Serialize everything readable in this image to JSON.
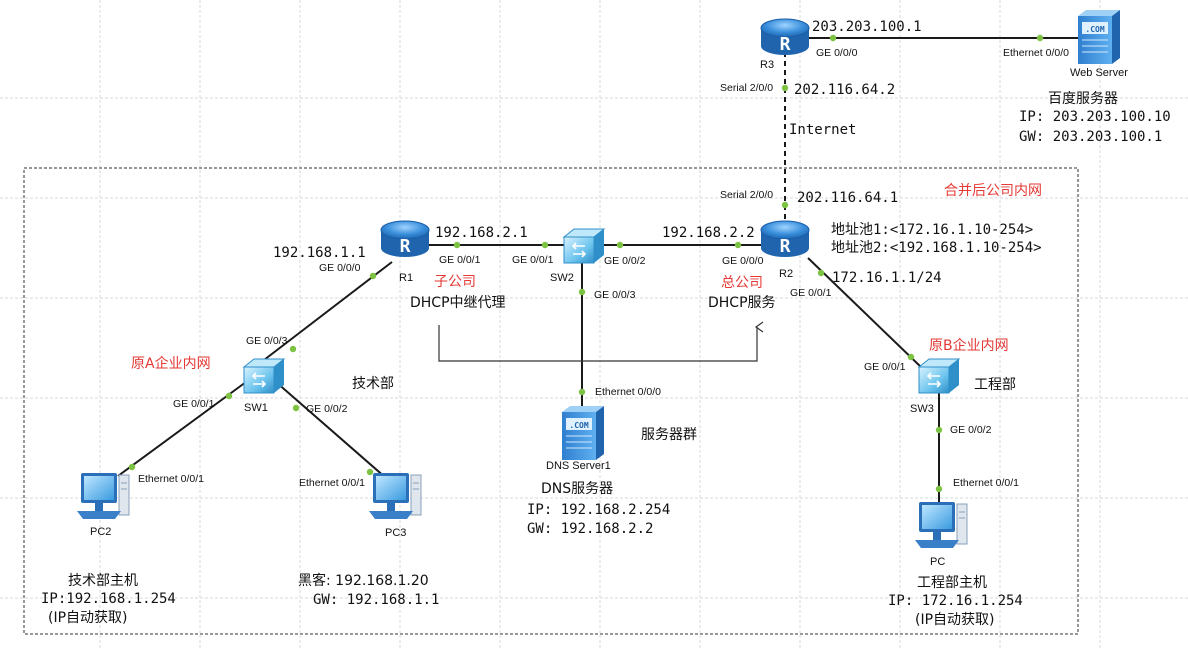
{
  "devices": {
    "r1": "R1",
    "r2": "R2",
    "r3": "R3",
    "sw1": "SW1",
    "sw2": "SW2",
    "sw3": "SW3",
    "pc2": "PC2",
    "pc3": "PC3",
    "pc": "PC",
    "dns": "DNS Server1",
    "web": "Web Server"
  },
  "ports": {
    "r3_ge000": "GE 0/0/0",
    "r3_serial": "Serial 2/0/0",
    "web_eth": "Ethernet 0/0/0",
    "r2_serial": "Serial 2/0/0",
    "r1_ge000": "GE 0/0/0",
    "r1_ge001": "GE 0/0/1",
    "sw2_ge001": "GE 0/0/1",
    "sw2_ge002": "GE 0/0/2",
    "sw2_ge003": "GE 0/0/3",
    "r2_ge000": "GE 0/0/0",
    "r2_ge001": "GE 0/0/1",
    "sw1_ge003": "GE 0/0/3",
    "sw1_ge001": "GE 0/0/1",
    "sw1_ge002": "GE 0/0/2",
    "pc2_eth": "Ethernet 0/0/1",
    "pc3_eth": "Ethernet 0/0/1",
    "dns_eth": "Ethernet 0/0/0",
    "sw3_ge001": "GE 0/0/1",
    "sw3_ge002": "GE 0/0/2",
    "pc_eth": "Ethernet 0/0/1"
  },
  "ips": {
    "r3_ge": "203.203.100.1",
    "r3_serial": "202.116.64.2",
    "r2_serial": "202.116.64.1",
    "r1_ge000": "192.168.1.1",
    "r1_ge001": "192.168.2.1",
    "r2_ge000": "192.168.2.2",
    "r2_ge001": "172.16.1.1/24"
  },
  "labels": {
    "internet": "Internet",
    "merged_intranet": "合并后公司内网",
    "pool1": "地址池1:<172.16.1.10-254>",
    "pool2": "地址池2:<192.168.1.10-254>",
    "subsidiary": "子公司",
    "dhcp_relay": "DHCP中继代理",
    "hq": "总公司",
    "dhcp_service": "DHCP服务",
    "orig_a": "原A企业内网",
    "tech_dept": "技术部",
    "server_group": "服务器群",
    "orig_b": "原B企业内网",
    "eng_dept": "工程部"
  },
  "info": {
    "baidu_title": "百度服务器",
    "baidu_ip": "IP: 203.203.100.10",
    "baidu_gw": "GW: 203.203.100.1",
    "dns_title": "DNS服务器",
    "dns_ip": "IP: 192.168.2.254",
    "dns_gw": "GW: 192.168.2.2",
    "tech_host_title": "技术部主机",
    "tech_host_ip": "IP:192.168.1.254",
    "tech_host_mode": "(IP自动获取)",
    "hacker_ip": "黑客: 192.168.1.20",
    "hacker_gw": "GW: 192.168.1.1",
    "eng_host_title": "工程部主机",
    "eng_host_ip": "IP: 172.16.1.254",
    "eng_host_mode": "(IP自动获取)"
  },
  "colors": {
    "link": "#1a1a1a",
    "port_dot": "#7cc243",
    "label_red": "#e53935",
    "router_blue": "#2f86d6",
    "switch_cyan": "#4ab4e6",
    "grid": "#d9d9d9"
  }
}
